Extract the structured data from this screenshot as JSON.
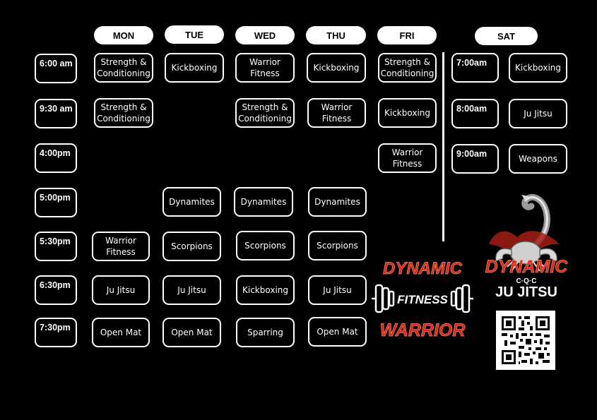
{
  "days": [
    "MON",
    "TUE",
    "WED",
    "THU",
    "FRI",
    "SAT"
  ],
  "times": [
    "6:00 am",
    "9:30 am",
    "4:00pm",
    "5:00pm",
    "5:30pm",
    "6:30pm",
    "7:30pm"
  ],
  "sat_times": [
    "7:00am",
    "8:00am",
    "9:00am"
  ],
  "classes": {
    "mon": [
      "Strength &\nConditioning",
      "Strength &\nConditioning",
      "Warrior\nFitness",
      "Ju Jitsu",
      "Open Mat"
    ],
    "tue": [
      "Kickboxing",
      "Dynamites",
      "Scorpions",
      "Ju Jitsu",
      "Open Mat"
    ],
    "wed": [
      "Warrior\nFitness",
      "Strength &\nConditioning",
      "Dynamites",
      "Scorpions",
      "Kickboxing",
      "Sparring"
    ],
    "thu": [
      "Kickboxing",
      "Warrior\nFitness",
      "Dynamites",
      "Scorpions",
      "Ju Jitsu",
      "Open Mat"
    ],
    "fri": [
      "Strength &\nConditioning",
      "Kickboxing",
      "Warrior\nFitness"
    ],
    "sat": [
      "Kickboxing",
      "Ju Jitsu",
      "Weapons"
    ]
  },
  "logos": {
    "fitness_top": "DYNAMIC",
    "fitness_mid": "FITNESS",
    "fitness_bottom": "WARRIOR",
    "jujitsu_top": "DYNAMIC",
    "jujitsu_mid": "C·Q·C",
    "jujitsu_bottom": "JU JITSU"
  },
  "colors": {
    "background": "#000000",
    "accent_red": "#d42a1c",
    "pill": "#ffffff"
  }
}
